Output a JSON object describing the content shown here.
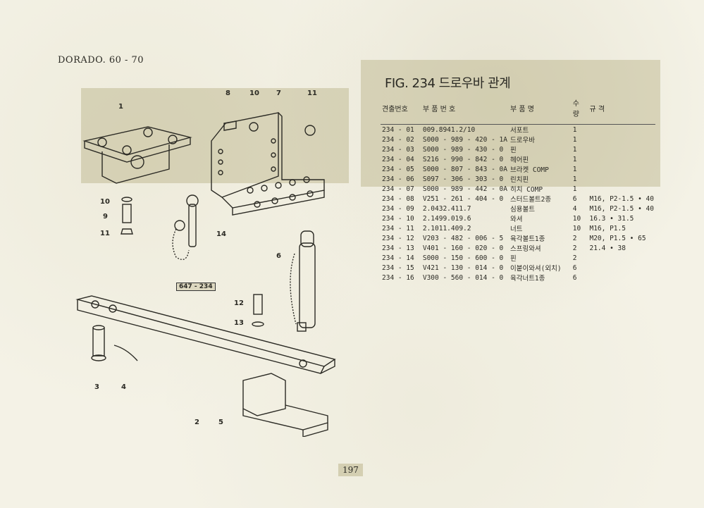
{
  "header": {
    "model": "DORADO. 60 - 70"
  },
  "figure": {
    "title": "FIG. 234 드로우바 관계",
    "ref_label": "647 - 234"
  },
  "table": {
    "columns": [
      "견출번호",
      "부 품 번 호",
      "부 품 명",
      "수 량",
      "규 격"
    ],
    "rows": [
      [
        "234 - 01",
        "009.8941.2/10",
        "서포트",
        "1",
        ""
      ],
      [
        "234 - 02",
        "S000 - 989 - 420 - 1A",
        "드로우바",
        "1",
        ""
      ],
      [
        "234 - 03",
        "S000 - 989 - 430 - 0",
        "핀",
        "1",
        ""
      ],
      [
        "234 - 04",
        "S216 - 990 - 842 - 0",
        "헤어핀",
        "1",
        ""
      ],
      [
        "234 - 05",
        "S000 - 807 - 843 - 0A",
        "브라켓 COMP",
        "1",
        ""
      ],
      [
        "234 - 06",
        "S097 - 306 - 303 - 0",
        "린치핀",
        "1",
        ""
      ],
      [
        "234 - 07",
        "S000 - 989 - 442 - 0A",
        "히치 COMP",
        "1",
        ""
      ],
      [
        "234 - 08",
        "V251 - 261 - 404 - 0",
        "스터드볼트2종",
        "6",
        "M16, P2-1.5 • 40"
      ],
      [
        "234 - 09",
        "2.0432.411.7",
        "심용볼트",
        "4",
        "M16, P2-1.5 • 40"
      ],
      [
        "234 - 10",
        "2.1499.019.6",
        "와셔",
        "10",
        "16.3 • 31.5"
      ],
      [
        "234 - 11",
        "2.1011.409.2",
        "너트",
        "10",
        "M16, P1.5"
      ],
      [
        "234 - 12",
        "V203 - 482 - 006 - 5",
        "육각볼트1종",
        "2",
        "M20, P1.5 • 65"
      ],
      [
        "234 - 13",
        "V401 - 160 - 020 - 0",
        "스프링와셔",
        "2",
        "21.4 • 38"
      ],
      [
        "234 - 14",
        "S000 - 150 - 600 - 0",
        "핀",
        "2",
        ""
      ],
      [
        "234 - 15",
        "V421 - 130 - 014 - 0",
        "이붙이와셔(외치)",
        "6",
        ""
      ],
      [
        "234 - 16",
        "V300 - 560 - 014 - 0",
        "육각너트1종",
        "6",
        ""
      ]
    ]
  },
  "callouts": [
    "1",
    "8",
    "10",
    "7",
    "11",
    "10",
    "9",
    "11",
    "14",
    "6",
    "12",
    "13",
    "3",
    "4",
    "2",
    "5"
  ],
  "page_number": "197"
}
